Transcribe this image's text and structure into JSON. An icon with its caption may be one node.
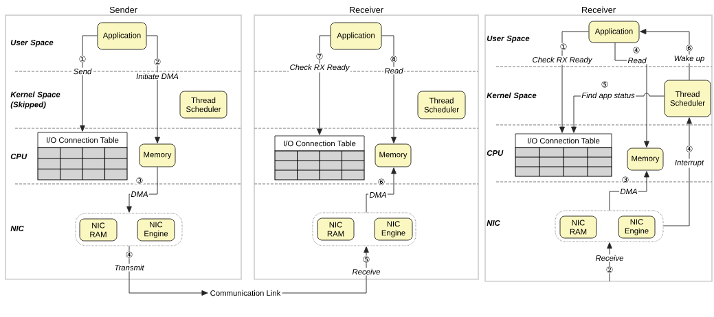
{
  "diagram": {
    "nodes": [
      {
        "text": [
          "Sender"
        ]
      },
      {
        "text": [
          "Application"
        ],
        "in": 0
      },
      {
        "text": [
          "Thread Scheduler"
        ],
        "in": 0
      },
      {
        "text": [
          "I/O Connection Table"
        ],
        "in": 0
      },
      {
        "text": [
          "Memory"
        ],
        "in": 0
      },
      {
        "text": [],
        "shape": "box",
        "in": 0
      },
      {
        "text": [
          "NIC RAM"
        ],
        "in": 5
      },
      {
        "text": [
          "NIC Engine"
        ],
        "in": 5
      },
      {
        "text": [
          "Receiver"
        ]
      },
      {
        "text": [
          "Application"
        ],
        "in": 8
      },
      {
        "text": [
          "Thread Scheduler"
        ],
        "in": 8
      },
      {
        "text": [
          "I/O Connection Table"
        ],
        "in": 8
      },
      {
        "text": [
          "Memory"
        ],
        "in": 8
      },
      {
        "text": [],
        "shape": "box",
        "in": 8
      },
      {
        "text": [
          "NIC RAM"
        ],
        "in": 13
      },
      {
        "text": [
          "NIC Engine"
        ],
        "in": 13
      },
      {
        "text": [
          "Receiver"
        ]
      },
      {
        "text": [
          "Application"
        ],
        "in": 16
      },
      {
        "text": [
          "Thread Scheduler"
        ],
        "in": 16
      },
      {
        "text": [
          "I/O Connection Table"
        ],
        "in": 16
      },
      {
        "text": [
          "Memory"
        ],
        "in": 16
      },
      {
        "text": [],
        "shape": "box",
        "in": 16
      },
      {
        "text": [
          "NIC RAM"
        ],
        "in": 21
      },
      {
        "text": [
          "NIC Engine"
        ],
        "in": 21
      },
      {
        "text": [
          "Communication Link"
        ]
      }
    ],
    "edges": [
      {
        "from": 1,
        "to": 3,
        "arrow": "to",
        "label": "Send"
      },
      {
        "from": 1,
        "to": 4,
        "arrow": "to",
        "label": "Initiate DMA"
      },
      {
        "from": 4,
        "to": 5,
        "arrow": "to",
        "label": "DMA"
      },
      {
        "from": 5,
        "to": 24,
        "arrow": "to",
        "label": "Transmit"
      },
      {
        "from": 9,
        "to": 11,
        "arrow": "to",
        "label": "Check RX Ready"
      },
      {
        "from": 9,
        "to": 12,
        "arrow": "to",
        "label": "Read"
      },
      {
        "from": 13,
        "to": 12,
        "arrow": "to",
        "label": "DMA"
      },
      {
        "from": 24,
        "to": 13,
        "arrow": "to",
        "label": "Receive"
      },
      {
        "from": 17,
        "to": 19,
        "arrow": "to",
        "label": "Check RX Ready"
      },
      {
        "from": 17,
        "to": 20,
        "arrow": "to",
        "label": "Read"
      },
      {
        "from": 18,
        "to": 17,
        "arrow": "to",
        "label": "Wake up"
      },
      {
        "from": 18,
        "to": 19,
        "arrow": "to",
        "label": "Find app status"
      },
      {
        "from": 21,
        "to": 20,
        "arrow": "to",
        "label": "DMA"
      },
      {
        "from": 21,
        "to": 18,
        "arrow": "to",
        "label": "Interrupt"
      },
      {
        "from": null,
        "to": 21,
        "arrow": "to",
        "label": "Receive"
      }
    ],
    "labels": [
      "User Space",
      "Kernel Space (Skipped)",
      "CPU",
      "NIC",
      "①",
      "②",
      "③",
      "④",
      "⑦",
      "⑧",
      "⑥",
      "⑤",
      "User Space",
      "Kernel Space",
      "CPU",
      "NIC",
      "①",
      "④",
      "⑥",
      "⑤",
      "③",
      "④",
      "②"
    ]
  }
}
